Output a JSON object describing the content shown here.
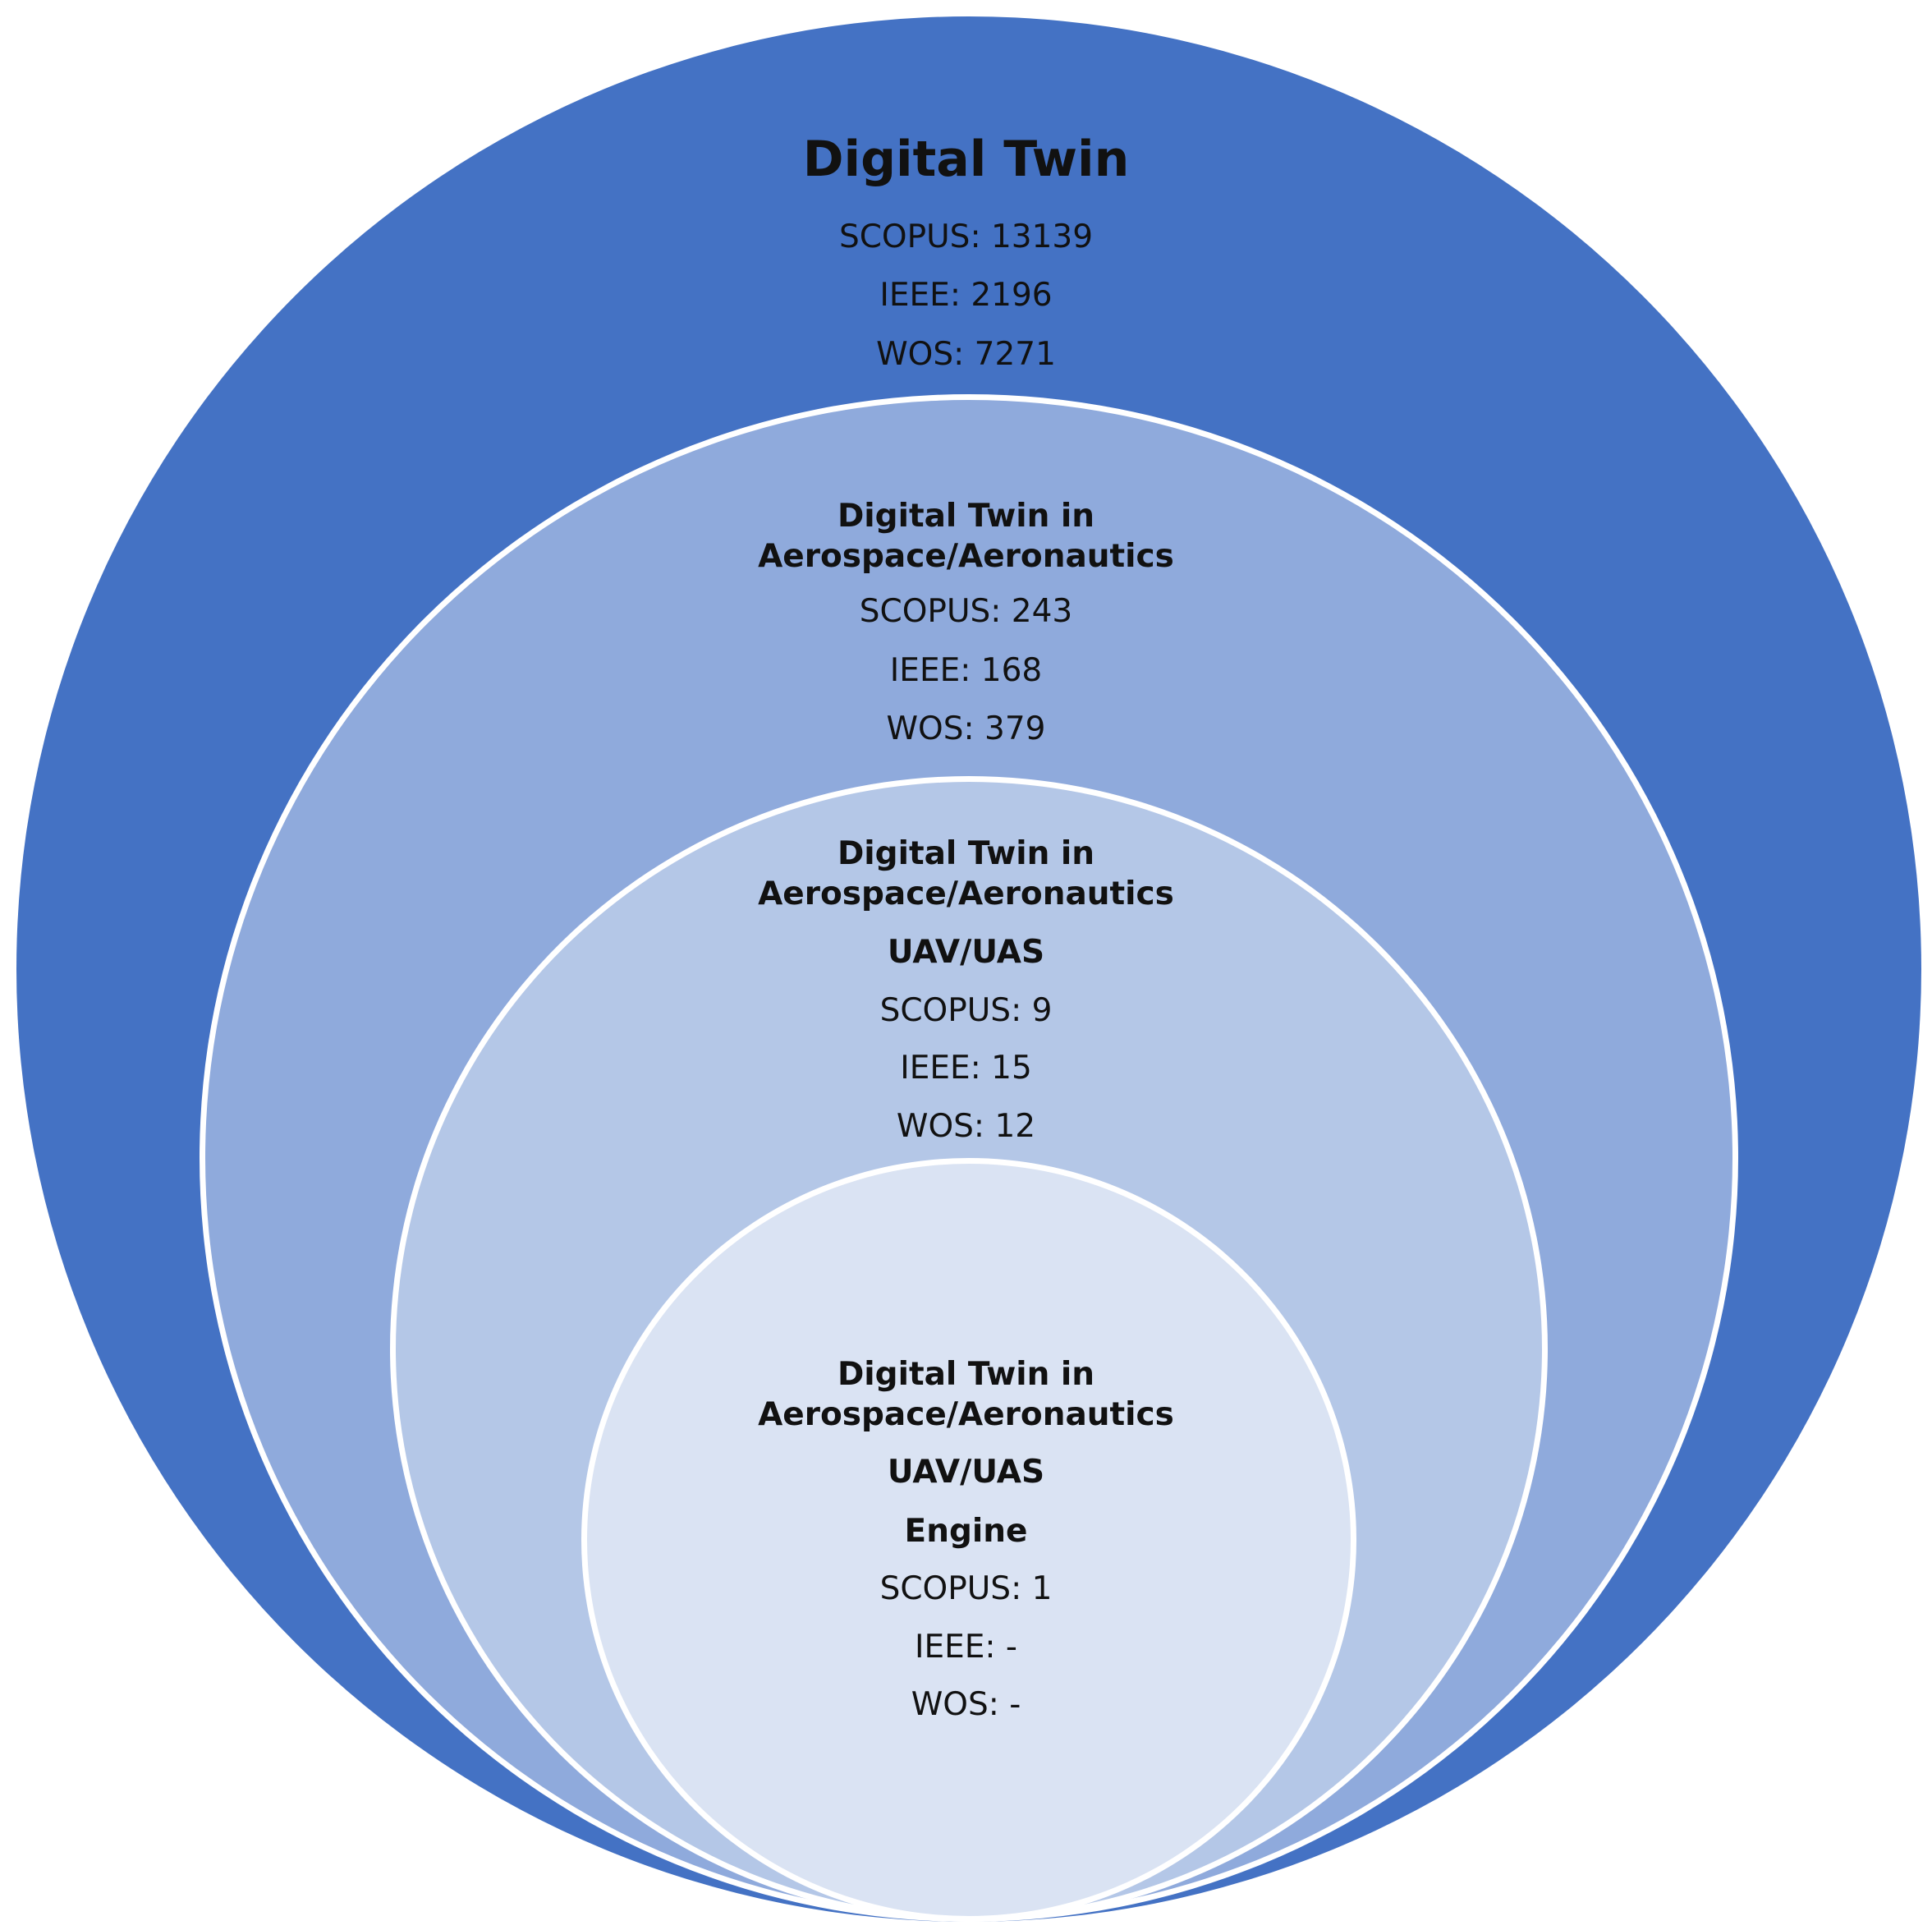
{
  "colors": {
    "level1": "#4472c4",
    "level2": "#8faadc",
    "level3": "#b4c7e7",
    "level4": "#dae3f3",
    "border": "#ffffff"
  },
  "level1": {
    "title": "Digital Twin",
    "scopus": "SCOPUS: 13139",
    "ieee": "IEEE: 2196",
    "wos": "WOS: 7271"
  },
  "level2": {
    "title_line1": "Digital Twin in",
    "title_line2": "Aerospace/Aeronautics",
    "scopus": "SCOPUS: 243",
    "ieee": "IEEE: 168",
    "wos": "WOS: 379"
  },
  "level3": {
    "title_line1": "Digital Twin in",
    "title_line2": "Aerospace/Aeronautics",
    "title_line3": "UAV/UAS",
    "scopus": "SCOPUS: 9",
    "ieee": "IEEE: 15",
    "wos": "WOS: 12"
  },
  "level4": {
    "title_line1": "Digital Twin in",
    "title_line2": "Aerospace/Aeronautics",
    "title_line3": "UAV/UAS",
    "title_line4": "Engine",
    "scopus": "SCOPUS: 1",
    "ieee": "IEEE: -",
    "wos": "WOS: -"
  }
}
